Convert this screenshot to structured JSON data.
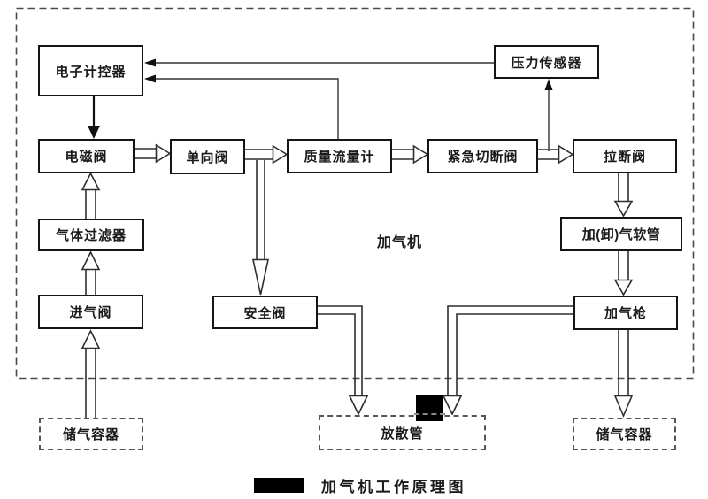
{
  "colors": {
    "background": "#ffffff",
    "solid_box_border": "#151515",
    "dashed_border": "#555555",
    "connector_line": "#333333",
    "redaction_block": "#000000"
  },
  "diagram": {
    "caption": "加气机工作原理图",
    "enclosure_label": "加气机",
    "nodes": [
      {
        "id": "controller",
        "label": "电子计控器"
      },
      {
        "id": "pressure-sensor",
        "label": "压力传感器"
      },
      {
        "id": "solenoid-valve",
        "label": "电磁阀"
      },
      {
        "id": "check-valve",
        "label": "单向阀"
      },
      {
        "id": "mass-flow-meter",
        "label": "质量流量计"
      },
      {
        "id": "emergency-shutoff-valve",
        "label": "紧急切断阀"
      },
      {
        "id": "breakaway-valve",
        "label": "拉断阀"
      },
      {
        "id": "gas-filter",
        "label": "气体过滤器"
      },
      {
        "id": "hose",
        "label": "加(卸)气软管"
      },
      {
        "id": "intake-valve",
        "label": "进气阀"
      },
      {
        "id": "safety-valve",
        "label": "安全阀"
      },
      {
        "id": "gas-gun",
        "label": "加气枪"
      },
      {
        "id": "storage-vessel-left",
        "label": "储气容器"
      },
      {
        "id": "vent-pipe",
        "label": "放散管"
      },
      {
        "id": "storage-vessel-right",
        "label": "储气容器"
      }
    ],
    "edges": [
      {
        "from": "storage-vessel-left",
        "to": "intake-valve",
        "type": "gas-flow"
      },
      {
        "from": "intake-valve",
        "to": "gas-filter",
        "type": "gas-flow"
      },
      {
        "from": "gas-filter",
        "to": "solenoid-valve",
        "type": "gas-flow"
      },
      {
        "from": "solenoid-valve",
        "to": "check-valve",
        "type": "gas-flow"
      },
      {
        "from": "check-valve",
        "to": "mass-flow-meter",
        "type": "gas-flow"
      },
      {
        "from": "check-valve",
        "to": "safety-valve",
        "type": "gas-flow"
      },
      {
        "from": "mass-flow-meter",
        "to": "emergency-shutoff-valve",
        "type": "gas-flow"
      },
      {
        "from": "emergency-shutoff-valve",
        "to": "breakaway-valve",
        "type": "gas-flow"
      },
      {
        "from": "breakaway-valve",
        "to": "hose",
        "type": "gas-flow"
      },
      {
        "from": "hose",
        "to": "gas-gun",
        "type": "gas-flow"
      },
      {
        "from": "gas-gun",
        "to": "storage-vessel-right",
        "type": "gas-flow"
      },
      {
        "from": "safety-valve",
        "to": "vent-pipe",
        "type": "gas-flow"
      },
      {
        "from": "gas-gun",
        "to": "vent-pipe",
        "type": "gas-flow"
      },
      {
        "from": "pressure-sensor",
        "to": "controller",
        "type": "signal"
      },
      {
        "from": "mass-flow-meter",
        "to": "controller",
        "type": "signal"
      },
      {
        "from": "controller",
        "to": "solenoid-valve",
        "type": "signal"
      },
      {
        "from": "emergency-shutoff-valve",
        "to": "pressure-sensor",
        "type": "signal"
      }
    ]
  }
}
